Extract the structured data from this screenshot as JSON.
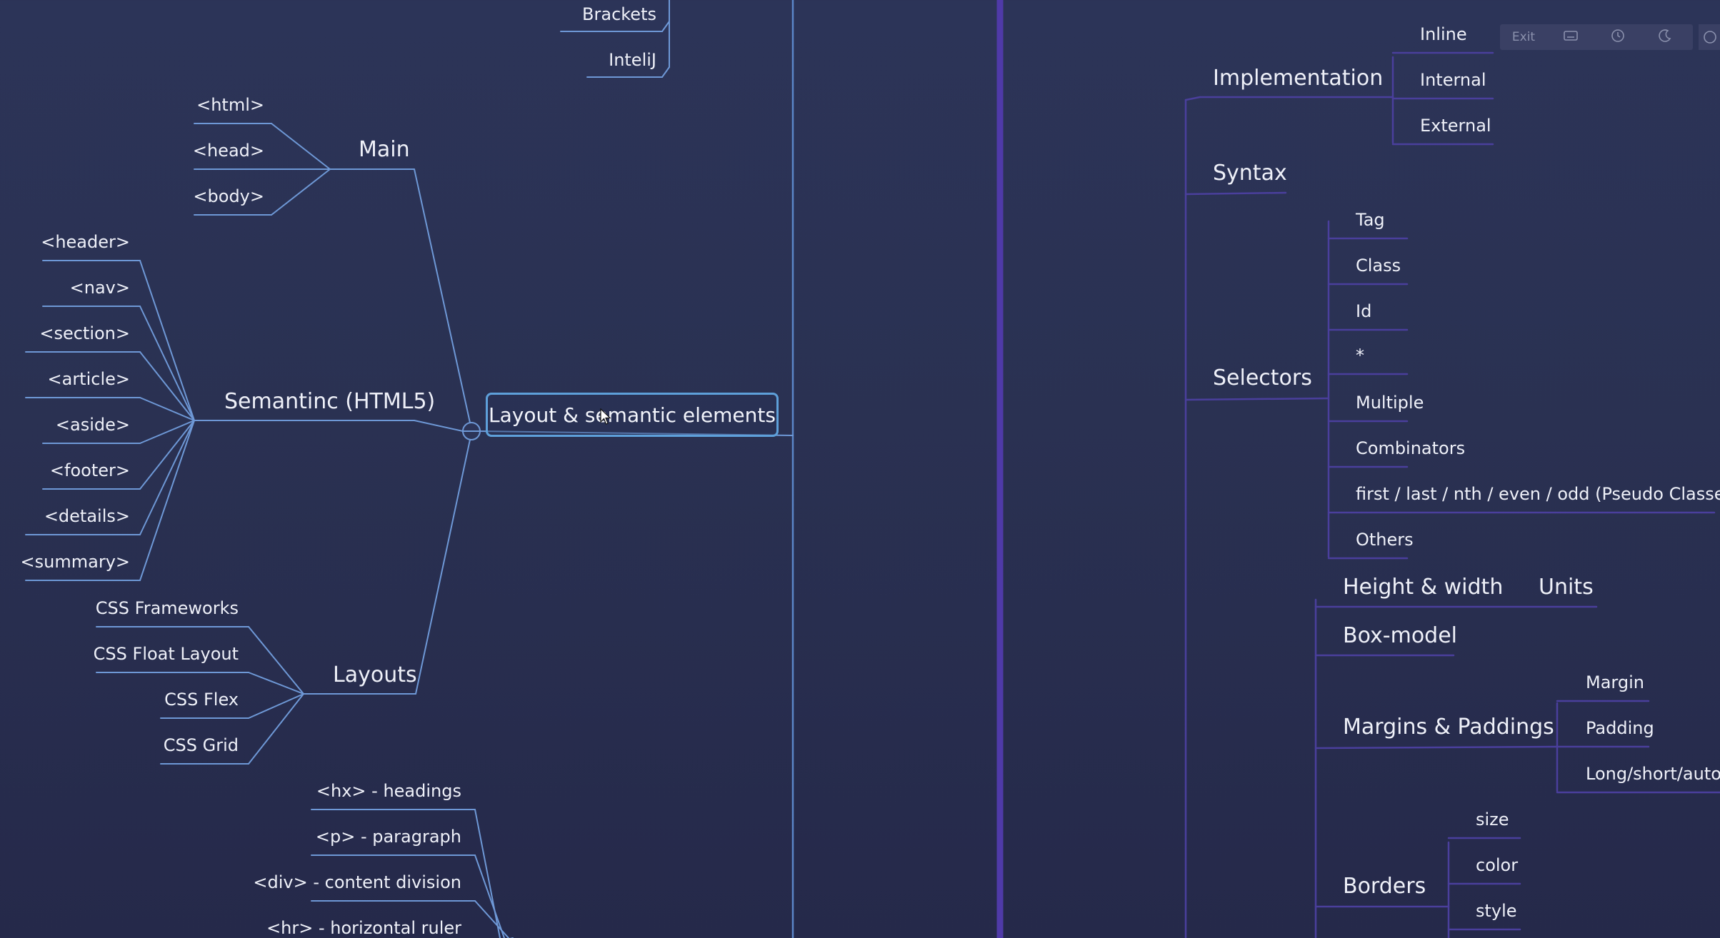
{
  "root": {
    "label": "Layout & semantic elements"
  },
  "left_tree": {
    "top_items": [
      "Brackets",
      "InteliJ"
    ],
    "branches": [
      {
        "label": "Main",
        "children": [
          "<html>",
          "<head>",
          "<body>"
        ]
      },
      {
        "label": "Semantinc (HTML5)",
        "children": [
          "<header>",
          "<nav>",
          "<section>",
          "<article>",
          "<aside>",
          "<footer>",
          "<details>",
          "<summary>"
        ]
      },
      {
        "label": "Layouts",
        "children": [
          "CSS Frameworks",
          "CSS Float Layout",
          "CSS Flex",
          "CSS Grid"
        ]
      }
    ],
    "bottom_items": [
      "<hx> - headings",
      "<p> - paragraph",
      "<div> - content division",
      "<hr> - horizontal ruler"
    ]
  },
  "right_tree": {
    "implementation": {
      "label": "Implementation",
      "children": [
        "Inline",
        "Internal",
        "External"
      ]
    },
    "syntax": {
      "label": "Syntax"
    },
    "selectors": {
      "label": "Selectors",
      "children": [
        "Tag",
        "Class",
        "Id",
        "*",
        "Multiple",
        "Combinators",
        "first / last / nth / even / odd (Pseudo Classes)",
        "Others"
      ]
    },
    "box": {
      "height_width": "Height & width",
      "units": "Units",
      "box_model": "Box-model",
      "margins_paddings": {
        "label": "Margins & Paddings",
        "children": [
          "Margin",
          "Padding",
          "Long/short/auto"
        ]
      },
      "borders": {
        "label": "Borders",
        "children": [
          "size",
          "color",
          "style"
        ]
      }
    }
  },
  "toolbar": {
    "exit_label": "Exit",
    "icons": [
      "keyboard-icon",
      "clock-icon",
      "moon-icon",
      "zoom-icon"
    ]
  },
  "colors": {
    "line": "#6e98d6",
    "divider": "#4f3aa8",
    "background": "#2c3458",
    "right_line": "#4a3f9c"
  }
}
